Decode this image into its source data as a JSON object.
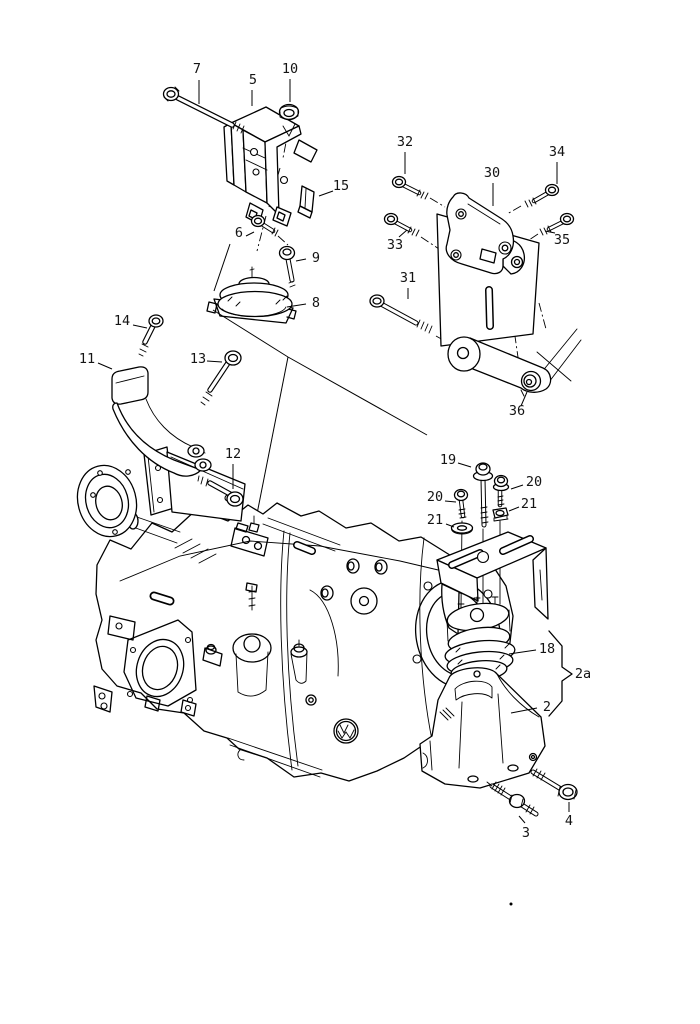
{
  "diagram": {
    "background_color": "#ffffff",
    "line_color": "#000000",
    "callouts": {
      "c7": {
        "label": "7"
      },
      "c5": {
        "label": "5"
      },
      "c10": {
        "label": "10"
      },
      "c15": {
        "label": "15"
      },
      "c6": {
        "label": "6"
      },
      "c9": {
        "label": "9"
      },
      "c8": {
        "label": "8"
      },
      "c32": {
        "label": "32"
      },
      "c30": {
        "label": "30"
      },
      "c34": {
        "label": "34"
      },
      "c33": {
        "label": "33"
      },
      "c35": {
        "label": "35"
      },
      "c31": {
        "label": "31"
      },
      "c36": {
        "label": "36"
      },
      "c14": {
        "label": "14"
      },
      "c11": {
        "label": "11"
      },
      "c13": {
        "label": "13"
      },
      "c12": {
        "label": "12"
      },
      "c19": {
        "label": "19"
      },
      "c20a": {
        "label": "20"
      },
      "c21a": {
        "label": "21"
      },
      "c20b": {
        "label": "20"
      },
      "c21b": {
        "label": "21"
      },
      "c18": {
        "label": "18"
      },
      "c2a": {
        "label": "2a"
      },
      "c2": {
        "label": "2"
      },
      "c3": {
        "label": "3"
      },
      "c4": {
        "label": "4"
      }
    }
  }
}
